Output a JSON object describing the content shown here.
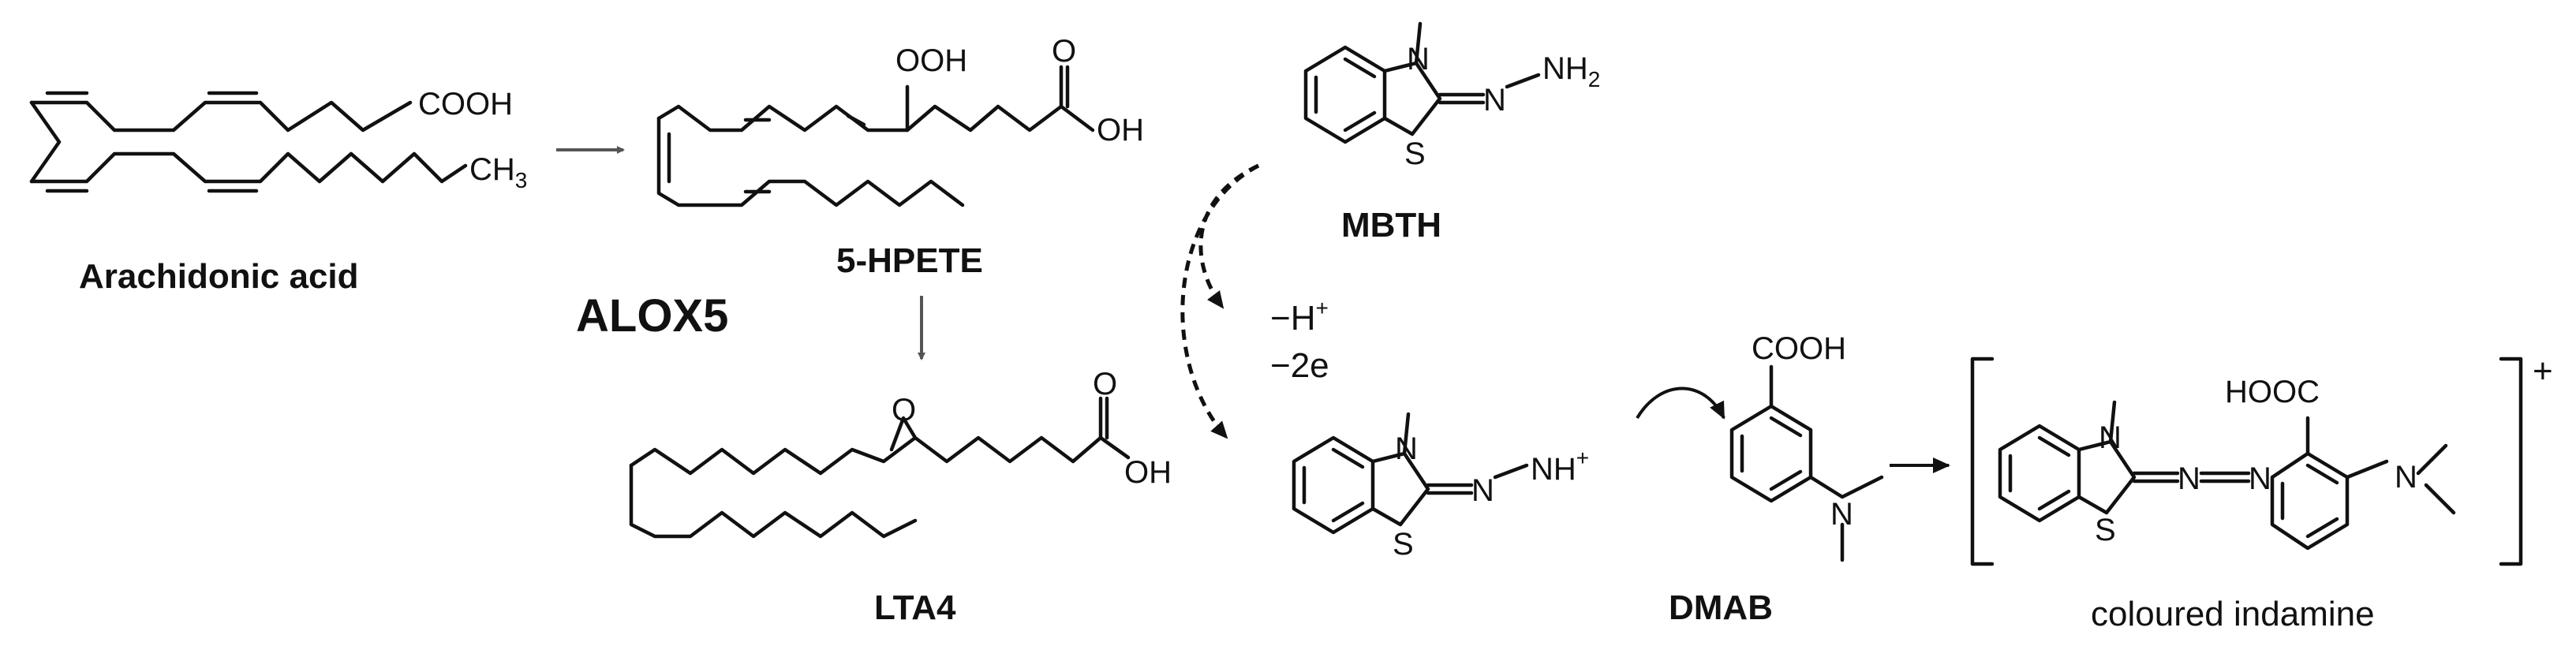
{
  "labels": {
    "arachidonic_acid": "Arachidonic acid",
    "hpete": "5-HPETE",
    "enzyme": "ALOX5",
    "lta4": "LTA4",
    "mbth": "MBTH",
    "dmab": "DMAB",
    "product": "coloured indamine"
  },
  "atoms": {
    "cooh": "COOH",
    "ch3": "CH",
    "ch3_sub": "3",
    "ooh": "OOH",
    "o": "O",
    "oh": "OH",
    "n": "N",
    "s": "S",
    "nh": "NH",
    "nh2": "NH",
    "nh2_sub": "2",
    "nh_plus": "+",
    "hooc": "HOOC",
    "charge_plus": "+"
  },
  "conditions": {
    "minus_h": "−H",
    "minus_h_sup": "+",
    "minus_2e": "−2e"
  }
}
